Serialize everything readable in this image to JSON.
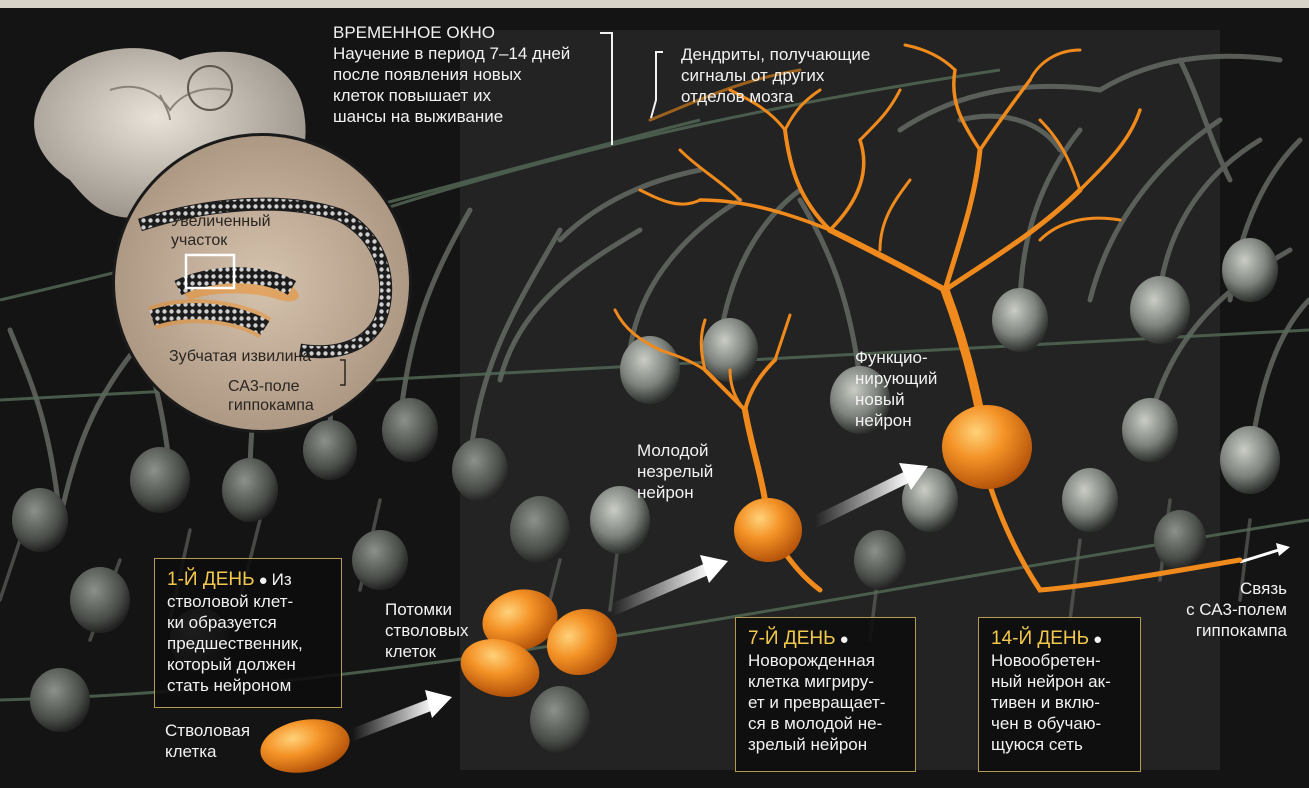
{
  "timing_window": {
    "title": "ВРЕМЕННОЕ ОКНО",
    "text": "Научение в период 7–14 дней\nпосле появления новых\nклеток повышает их\nшансы на выживание"
  },
  "dendrites_label": "Дендриты, получающие\nсигналы от других\nотделов мозга",
  "inset": {
    "enlarged_area": "Увеличенный\nучасток",
    "dentate_gyrus": "Зубчатая извилина",
    "ca3_field": "СА3-поле\nгиппокампа"
  },
  "functioning_neuron": "Функцио-\nнирующий\nновый\nнейрон",
  "young_neuron": "Молодой\nнезрелый\nнейрон",
  "progeny": "Потомки\nстволовых\nклеток",
  "stem_cell": "Стволовая\nклетка",
  "ca3_connection": "Связь\nс СА3-полем\nгиппокампа",
  "days": [
    {
      "day": "1-Й ДЕНЬ",
      "first": "Из",
      "text": "стволовой клет-\nки образуется\nпредшественник,\nкоторый должен\nстать нейроном"
    },
    {
      "day": "7-Й ДЕНЬ",
      "first": "",
      "text": "Новорожденная\nклетка мигриру-\nет и превращает-\nся в молодой не-\nзрелый нейрон"
    },
    {
      "day": "14-Й ДЕНЬ",
      "first": "",
      "text": "Новообретен-\nный нейрон ак-\nтивен и вклю-\nчен в обучаю-\nщуюся сеть"
    }
  ],
  "colors": {
    "neuron_orange": "#f08a1c",
    "day_yellow": "#f2c94c",
    "card_border": "#b59b52"
  }
}
